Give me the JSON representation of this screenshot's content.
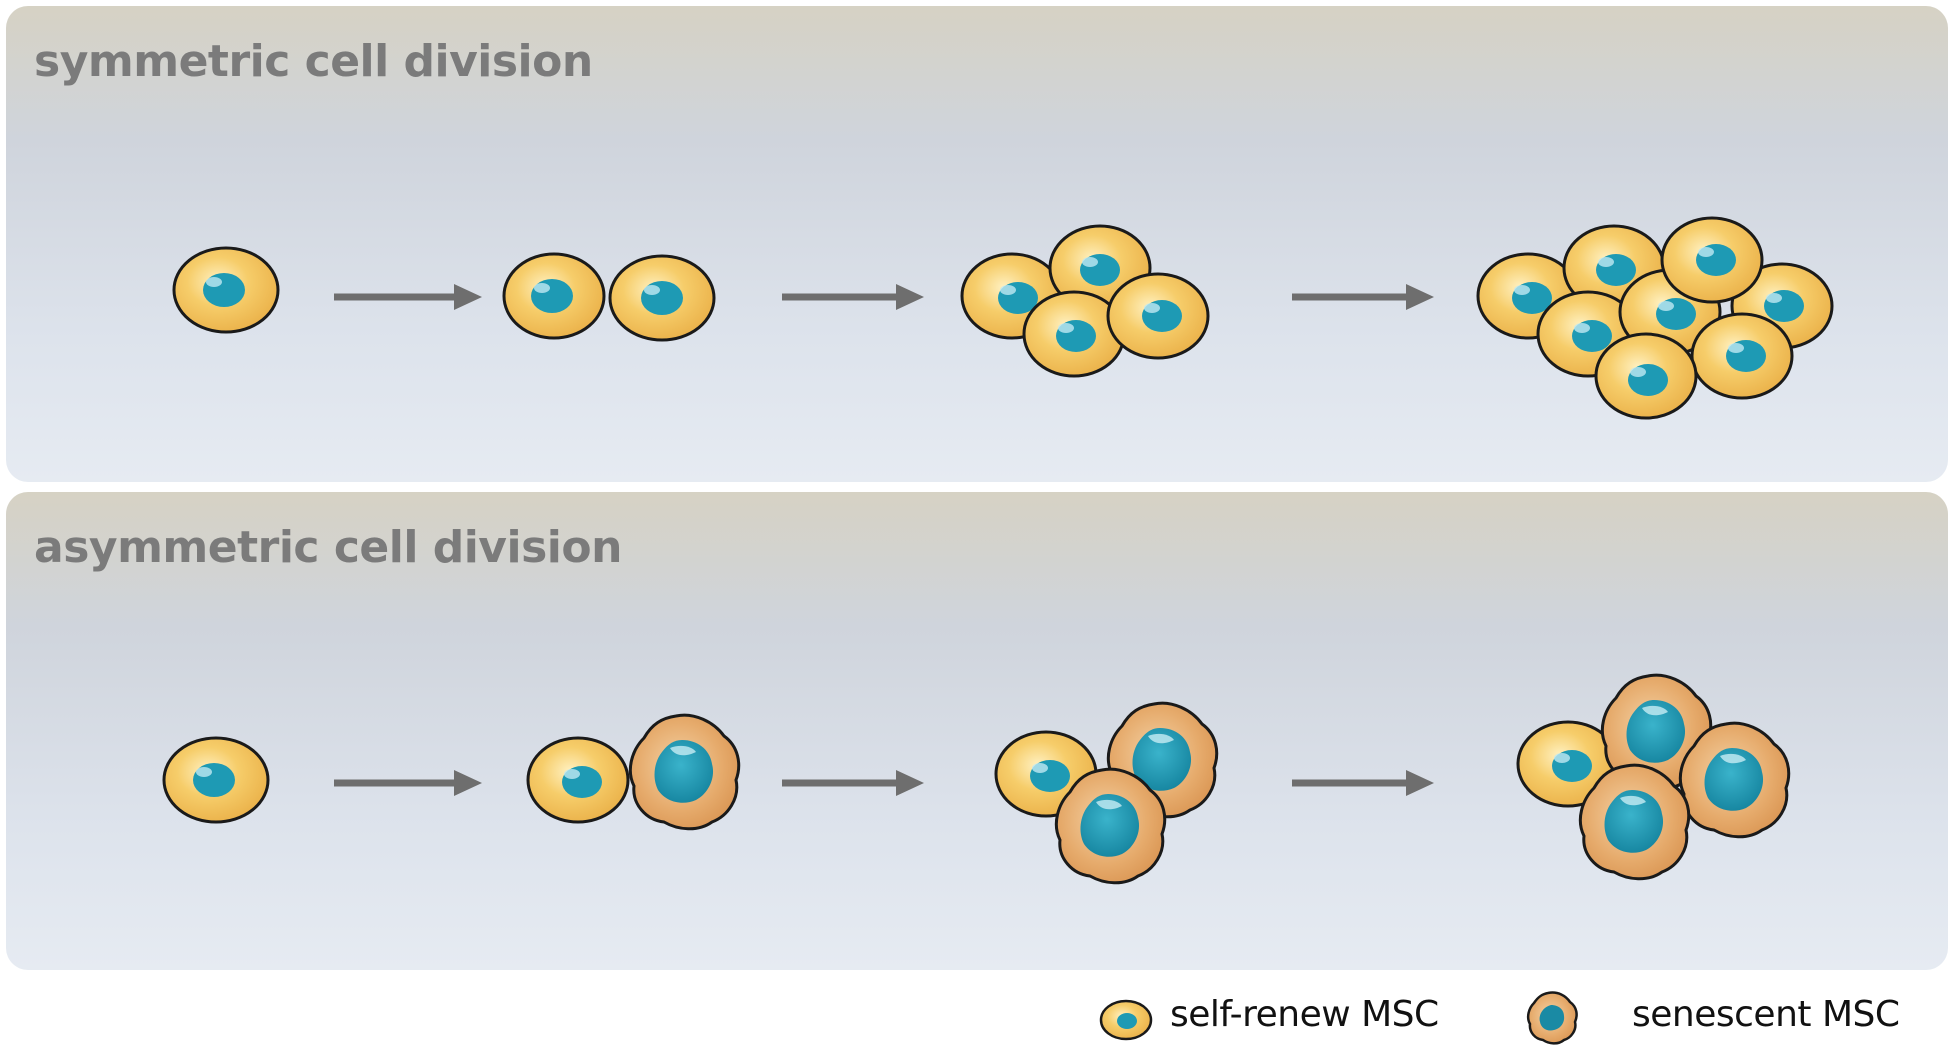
{
  "panels": {
    "symmetric": {
      "title": "symmetric cell division"
    },
    "asymmetric": {
      "title": "asymmetric cell division"
    }
  },
  "legend": {
    "self_renew": "self-renew MSC",
    "senescent": "senescent MSC"
  },
  "colors": {
    "cell_body": "#f3c45a",
    "cell_highlight": "#fde8a8",
    "nucleus": "#1e9ab4",
    "senescent_body": "#e3a566",
    "senescent_nucleus": "#1a8aa4",
    "arrow": "#6e6e6e",
    "outline": "#1a1a1a"
  }
}
